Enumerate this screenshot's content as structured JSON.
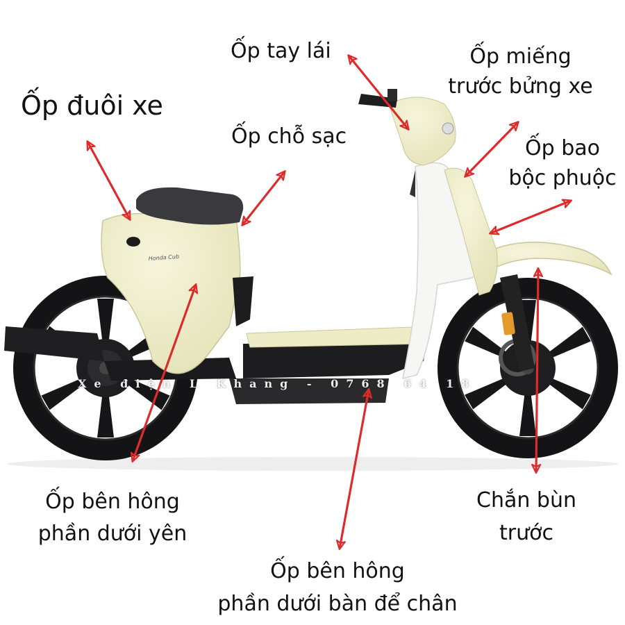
{
  "labels": {
    "op_duoi_xe": "Ốp đuôi xe",
    "op_tay_lai": "Ốp tay lái",
    "op_mieng_truoc": [
      "Ốp miếng",
      "trước bửng xe"
    ],
    "op_cho_sac": "Ốp chỗ sạc",
    "op_bao_boc_phuoc": [
      "Ốp bao",
      "bộc phuộc"
    ],
    "op_ben_hong_yen": [
      "Ốp bên hông",
      "phần dưới yên"
    ],
    "op_ben_hong_ban_chan": [
      "Ốp bên hông",
      "phần dưới bàn để chân"
    ],
    "chan_bun_truoc": [
      "Chắn bùn",
      "trước"
    ]
  },
  "model_badge": "Honda Cub",
  "watermark": "Xe điện L Khang - 0768 64 18",
  "colors": {
    "arrow": "#dd2b2b",
    "body": "#eeecc6",
    "white_panel": "#f6f6f4",
    "dark": "#1c1c1e",
    "seat": "#3a3a3e"
  }
}
